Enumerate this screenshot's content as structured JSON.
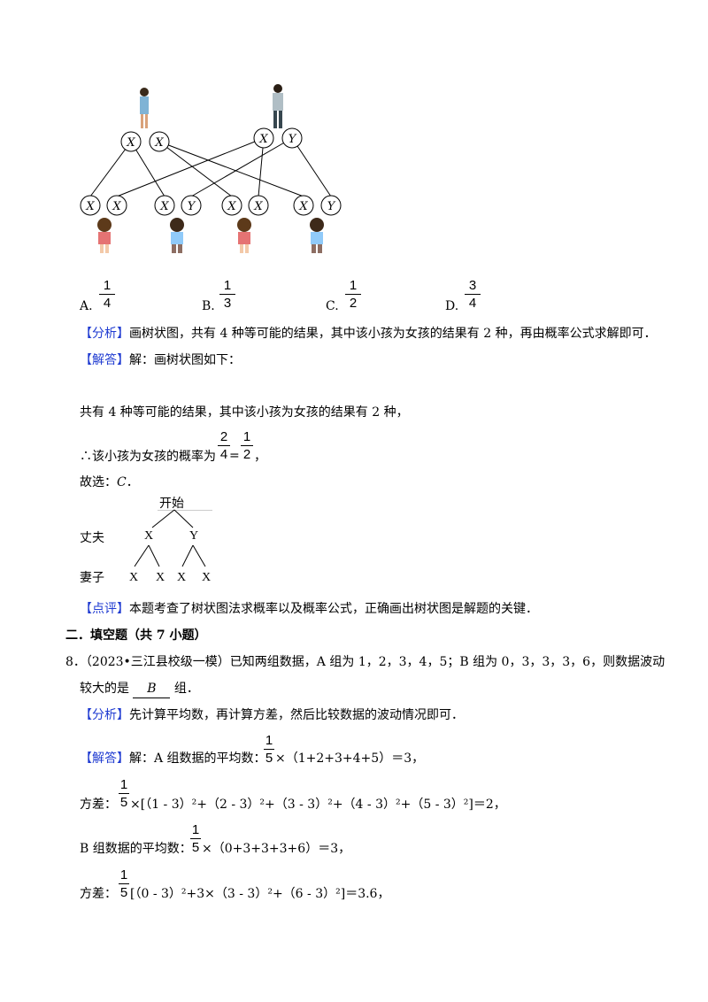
{
  "figure": {
    "top_nodes": [
      "X",
      "X",
      "X",
      "Y"
    ],
    "bottom_nodes": [
      "X",
      "X",
      "X",
      "Y",
      "X",
      "X",
      "X",
      "Y"
    ]
  },
  "options": [
    {
      "label": "A.",
      "num": "1",
      "den": "4"
    },
    {
      "label": "B.",
      "num": "1",
      "den": "3"
    },
    {
      "label": "C.",
      "num": "1",
      "den": "2"
    },
    {
      "label": "D.",
      "num": "3",
      "den": "4"
    }
  ],
  "analysis1": {
    "tag": "【分析】",
    "text": "画树状图，共有 4 种等可能的结果，其中该小孩为女孩的结果有 2 种，再由概率公式求解即可．"
  },
  "solution1": {
    "tag": "【解答】",
    "text": "解：画树状图如下："
  },
  "line_count": "共有 4 种等可能的结果，其中该小孩为女孩的结果有 2 种，",
  "line_prob": {
    "prefix": "∴该小孩为女孩的概率为",
    "f1_num": "2",
    "f1_den": "4",
    "eq": "=",
    "f2_num": "1",
    "f2_den": "2",
    "suffix": "，"
  },
  "line_choose": {
    "prefix": "故选：",
    "answer": "C",
    "suffix": "．"
  },
  "tree": {
    "root": "开始",
    "row1_label": "丈夫",
    "row2_label": "妻子",
    "level1": [
      "X",
      "Y"
    ],
    "level2": [
      "X",
      "X",
      "X",
      "X"
    ]
  },
  "comment1": {
    "tag": "【点评】",
    "text": "本题考查了树状图法求概率以及概率公式，正确画出树状图是解题的关键．"
  },
  "section": "二．填空题（共 7 小题）",
  "q8": {
    "num": "8．",
    "line1": "（2023•三江县校级一模）已知两组数据，A 组为 1，2，3，4，5；B 组为 0，3，3，3，6，则数据波动",
    "line2_prefix": "较大的是",
    "answer": "B",
    "line2_suffix": "组．"
  },
  "analysis2": {
    "tag": "【分析】",
    "text": "先计算平均数，再计算方差，然后比较数据的波动情况即可．"
  },
  "solution2": {
    "tag": "【解答】",
    "text_prefix": "解：",
    "a_mean": "A 组数据的平均数：",
    "a_mean_expr": "×（1+2+3+4+5）＝3，"
  },
  "var_a": {
    "label": "方差：",
    "expr": "×[（1 - 3）²+（2 - 3）²+（3 - 3）²+（4 - 3）²+（5 - 3）²]＝2，"
  },
  "b_mean": {
    "label": "B 组数据的平均数：",
    "expr": "×（0+3+3+3+6）＝3，"
  },
  "var_b": {
    "label": "方差：",
    "expr": "[（0 - 3）²+3×（3 - 3）²+（6 - 3）²]＝3.6，"
  },
  "fraction_fifth": {
    "num": "1",
    "den": "5"
  }
}
